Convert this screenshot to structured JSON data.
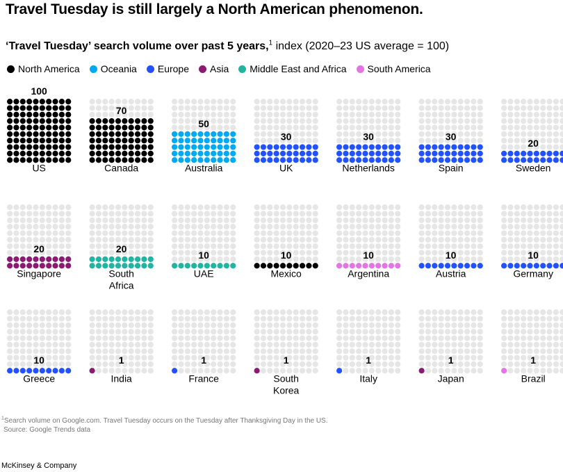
{
  "title": "Travel Tuesday is still largely a North American phenomenon.",
  "subtitle": {
    "bold": "‘Travel Tuesday’ search volume over past 5 years,",
    "footnote_mark": "1",
    "rest": " index (2020–23 US average = 100)"
  },
  "legend": [
    {
      "name": "North America",
      "color": "#000000"
    },
    {
      "name": "Oceania",
      "color": "#00a9f4"
    },
    {
      "name": "Europe",
      "color": "#2251ff"
    },
    {
      "name": "Asia",
      "color": "#8c1a73"
    },
    {
      "name": "Middle East and Africa",
      "color": "#1fb5a1"
    },
    {
      "name": "South America",
      "color": "#e374e3"
    }
  ],
  "empty_dot_color": "#e6e6e6",
  "chart_data": {
    "type": "waffle",
    "grid": "10 x 10 dots per country (1 dot = 1 index point)",
    "items": [
      {
        "country": "US",
        "value": 100,
        "label": "100",
        "region": "North America"
      },
      {
        "country": "Canada",
        "value": 70,
        "label": "70",
        "region": "North America"
      },
      {
        "country": "Australia",
        "value": 50,
        "label": "50",
        "region": "Oceania"
      },
      {
        "country": "UK",
        "value": 30,
        "label": "30",
        "region": "Europe"
      },
      {
        "country": "Netherlands",
        "value": 30,
        "label": "30",
        "region": "Europe"
      },
      {
        "country": "Spain",
        "value": 30,
        "label": "30",
        "region": "Europe"
      },
      {
        "country": "Sweden",
        "value": 20,
        "label": "20",
        "region": "Europe"
      },
      {
        "country": "Singapore",
        "value": 20,
        "label": "20",
        "region": "Asia"
      },
      {
        "country": "South Africa",
        "value": 20,
        "label": "20",
        "region": "Middle East and Africa"
      },
      {
        "country": "UAE",
        "value": 10,
        "label": "10",
        "region": "Middle East and Africa"
      },
      {
        "country": "Mexico",
        "value": 10,
        "label": "10",
        "region": "North America"
      },
      {
        "country": "Argentina",
        "value": 10,
        "label": "10",
        "region": "South America"
      },
      {
        "country": "Austria",
        "value": 10,
        "label": "10",
        "region": "Europe"
      },
      {
        "country": "Germany",
        "value": 10,
        "label": "10",
        "region": "Europe"
      },
      {
        "country": "Greece",
        "value": 10,
        "label": "10",
        "region": "Europe"
      },
      {
        "country": "India",
        "value": 1,
        "label": "1",
        "region": "Asia"
      },
      {
        "country": "France",
        "value": 1,
        "label": "1",
        "region": "Europe"
      },
      {
        "country": "South Korea",
        "value": 1,
        "label": "1",
        "region": "Asia"
      },
      {
        "country": "Italy",
        "value": 1,
        "label": "1",
        "region": "Europe"
      },
      {
        "country": "Japan",
        "value": 1,
        "label": "1",
        "region": "Asia"
      },
      {
        "country": "Brazil",
        "value": 1,
        "label": "1",
        "region": "South America"
      }
    ]
  },
  "footnote": {
    "mark": "1",
    "text": "Search volume on Google.com. Travel Tuesday occurs on the Tuesday after Thanksgiving Day in the US.",
    "source": "Source: Google Trends data"
  },
  "brand": "McKinsey & Company"
}
